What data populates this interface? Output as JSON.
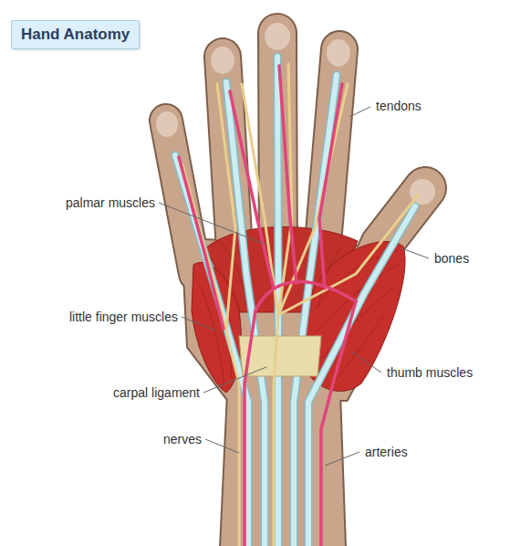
{
  "diagram": {
    "title": "Hand Anatomy",
    "labels": [
      "tendons",
      "palmar muscles",
      "bones",
      "little finger muscles",
      "thumb muscles",
      "carpal ligament",
      "nerves",
      "arteries"
    ]
  }
}
